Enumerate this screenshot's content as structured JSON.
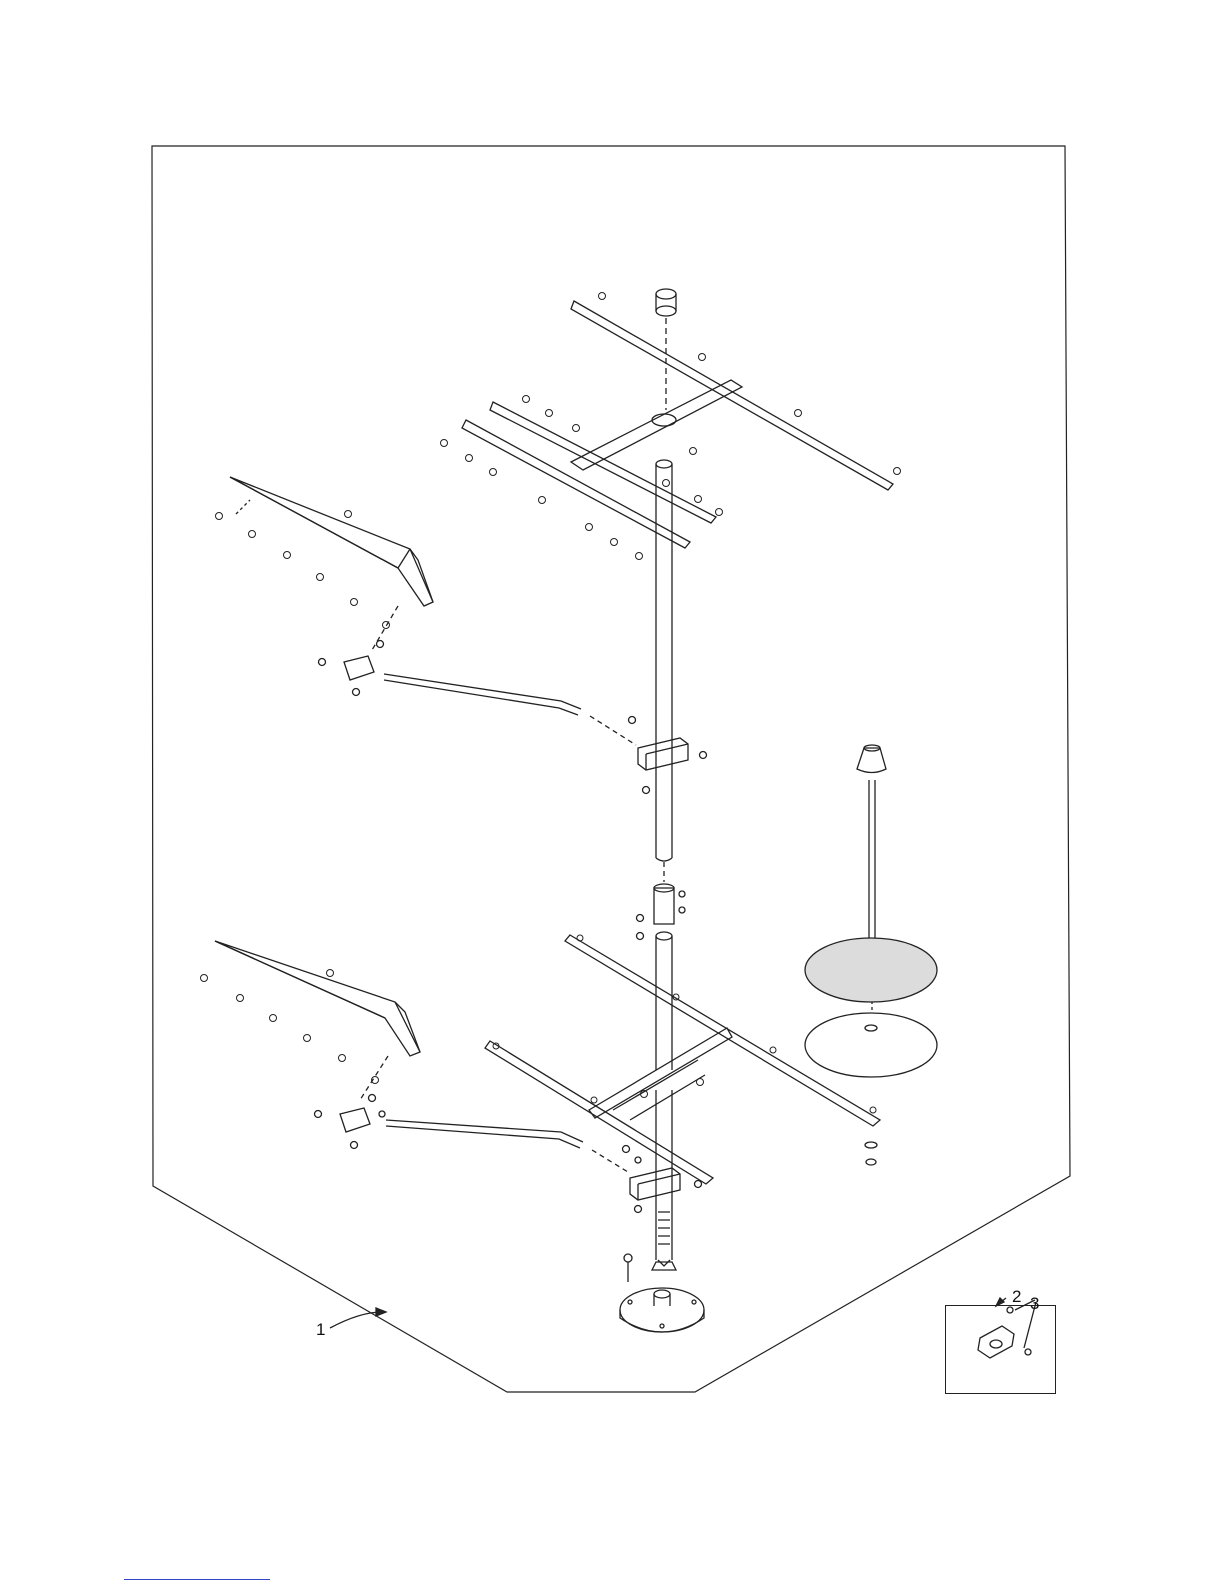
{
  "diagram": {
    "callouts": [
      {
        "id": "callout-1",
        "label": "1"
      },
      {
        "id": "callout-2",
        "label": "2"
      },
      {
        "id": "callout-3",
        "label": "3"
      }
    ],
    "colors": {
      "line": "#222222",
      "paper": "#ffffff",
      "link": "#3344cc"
    }
  }
}
